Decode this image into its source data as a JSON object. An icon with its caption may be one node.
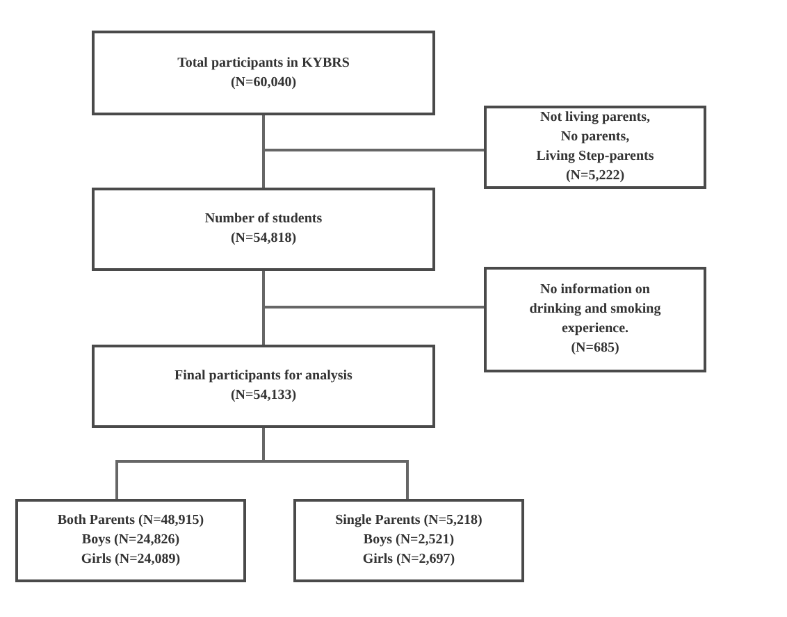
{
  "diagram": {
    "nodes": [
      {
        "text": [
          "Total participants in KYBRS",
          "(N=60,040)"
        ]
      },
      {
        "text": [
          "Not living parents,",
          "No parents,",
          "Living Step-parents",
          "(N=5,222)"
        ]
      },
      {
        "text": [
          "Number of students",
          "(N=54,818)"
        ]
      },
      {
        "text": [
          "No information on drinking and smoking experience.",
          "(N=685)"
        ]
      },
      {
        "text": [
          "Final participants for analysis",
          "(N=54,133)"
        ]
      },
      {
        "text": [
          "Both Parents (N=48,915)",
          "Boys (N=24,826)",
          "Girls (N=24,089)"
        ]
      },
      {
        "text": [
          "Single Parents (N=5,218)",
          "Boys (N=2,521)",
          "Girls (N=2,697)"
        ]
      }
    ],
    "edges": [
      {
        "from": 0,
        "to": 1,
        "arrow": "none"
      },
      {
        "from": 0,
        "to": 2,
        "arrow": "none"
      },
      {
        "from": 2,
        "to": 3,
        "arrow": "none"
      },
      {
        "from": 2,
        "to": 4,
        "arrow": "none"
      },
      {
        "from": 4,
        "to": 5,
        "arrow": "none"
      },
      {
        "from": 4,
        "to": 6,
        "arrow": "none"
      }
    ]
  }
}
